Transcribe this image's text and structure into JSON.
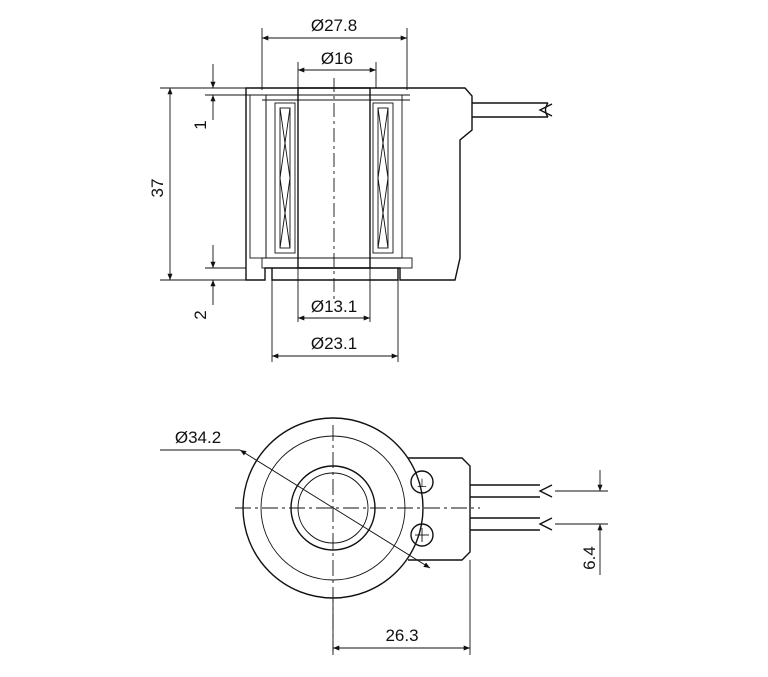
{
  "dimensions": {
    "section_top_outer_diameter": "Ø27.8",
    "section_top_inner_diameter": "Ø16",
    "section_height": "37",
    "section_top_offset": "1",
    "section_bottom_offset": "2",
    "section_bottom_inner_diameter": "Ø13.1",
    "section_bottom_outer_diameter": "Ø23.1",
    "plan_outer_diameter": "Ø34.2",
    "plan_width": "26.3",
    "plan_lead_spacing": "6.4"
  },
  "colors": {
    "line": "#111111",
    "background": "#ffffff",
    "stipple": "#222222"
  }
}
